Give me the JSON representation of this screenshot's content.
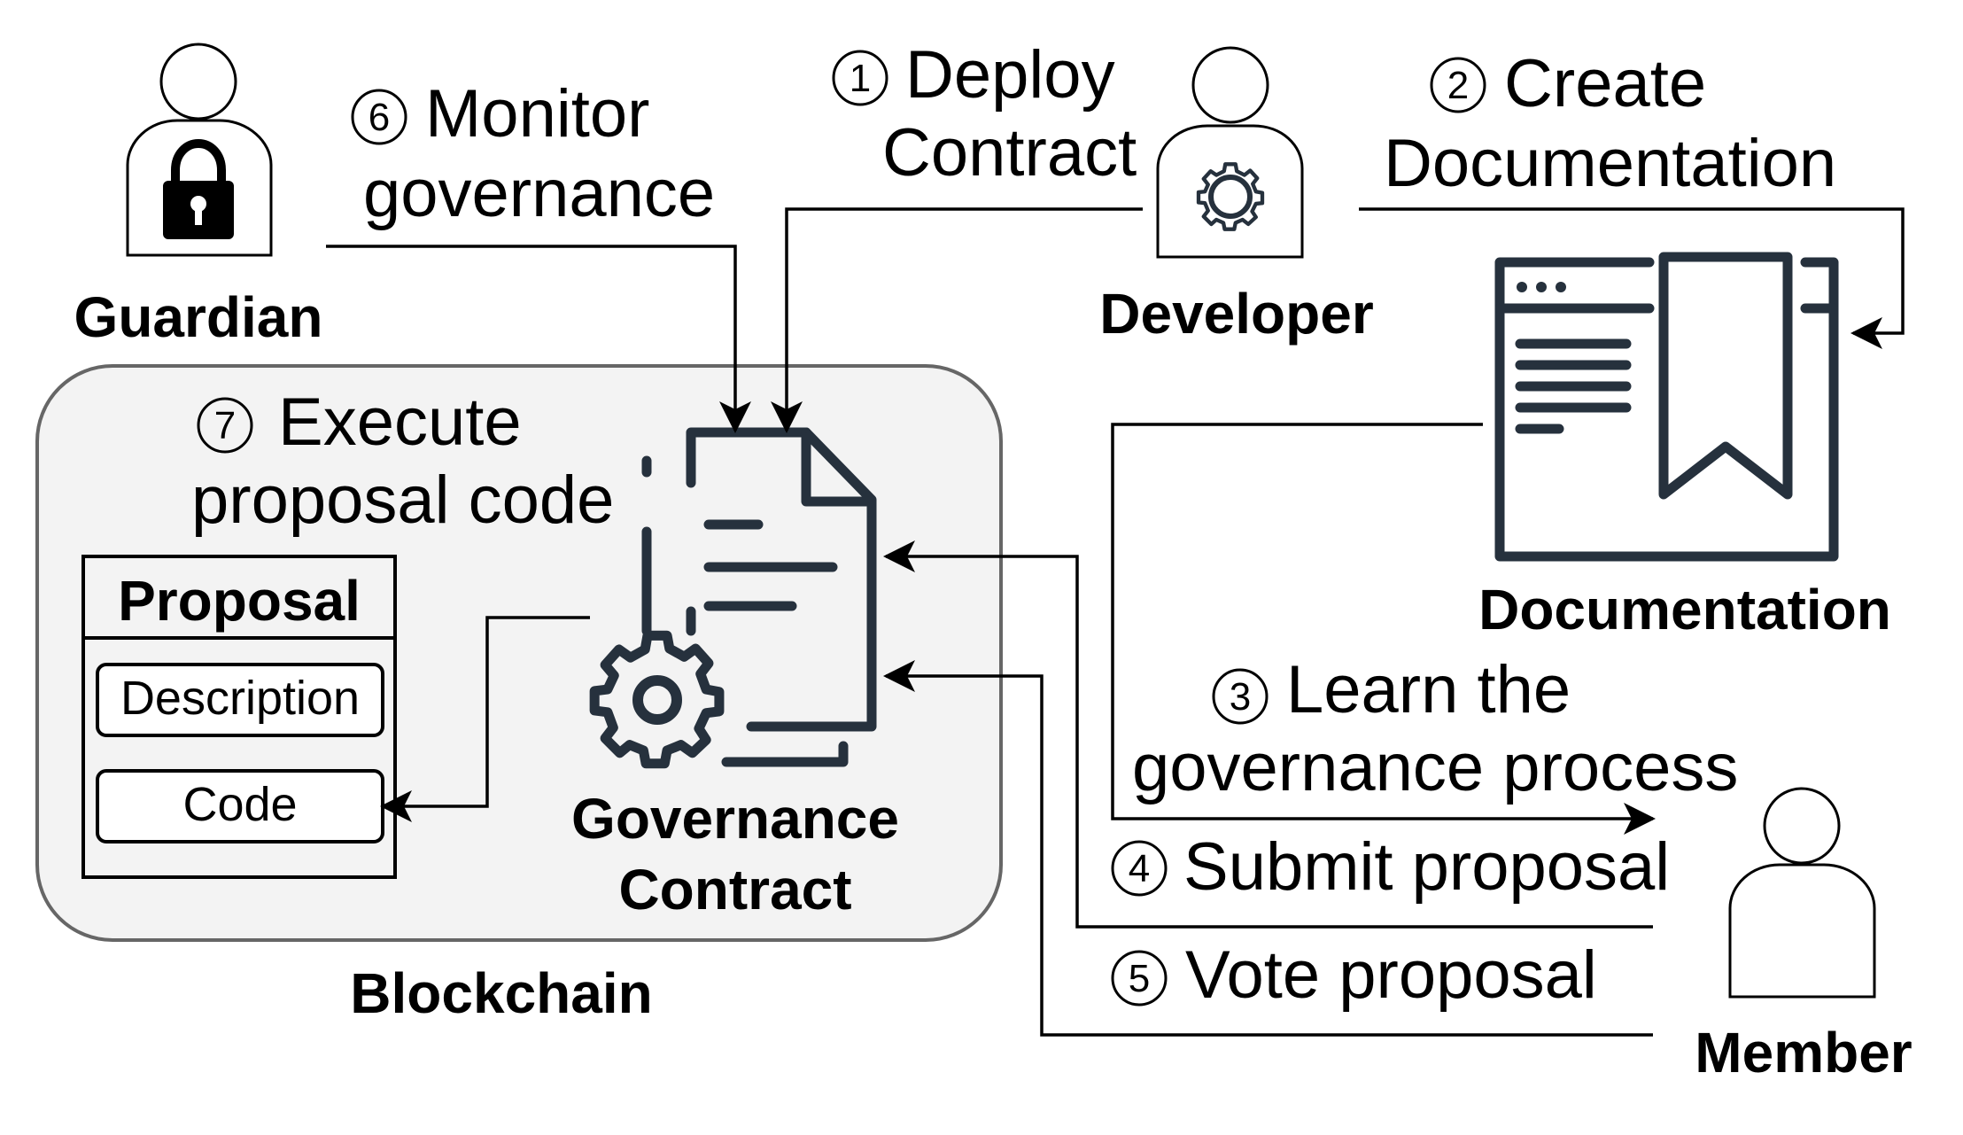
{
  "actors": {
    "guardian": "Guardian",
    "developer": "Developer",
    "member": "Member"
  },
  "nodes": {
    "documentation": "Documentation",
    "governance_contract_line1": "Governance",
    "governance_contract_line2": "Contract",
    "blockchain": "Blockchain",
    "proposal_title": "Proposal",
    "proposal_description": "Description",
    "proposal_code": "Code"
  },
  "steps": [
    {
      "num": "1",
      "line1": "Deploy",
      "line2": "Contract"
    },
    {
      "num": "2",
      "line1": "Create",
      "line2": "Documentation"
    },
    {
      "num": "3",
      "line1": "Learn the",
      "line2": "governance process"
    },
    {
      "num": "4",
      "line1": "Submit proposal"
    },
    {
      "num": "5",
      "line1": "Vote proposal"
    },
    {
      "num": "6",
      "line1": "Monitor",
      "line2": "governance"
    },
    {
      "num": "7",
      "line1": "Execute",
      "line2": "proposal code"
    }
  ],
  "icons": {
    "guardian": "lock-icon",
    "developer": "gear-icon",
    "documentation": "bookmarked-window-icon",
    "contract": "document-gear-icon"
  },
  "colors": {
    "icon": "#26313d",
    "blockchain_fill": "#f3f3f3",
    "blockchain_stroke": "#666666"
  }
}
